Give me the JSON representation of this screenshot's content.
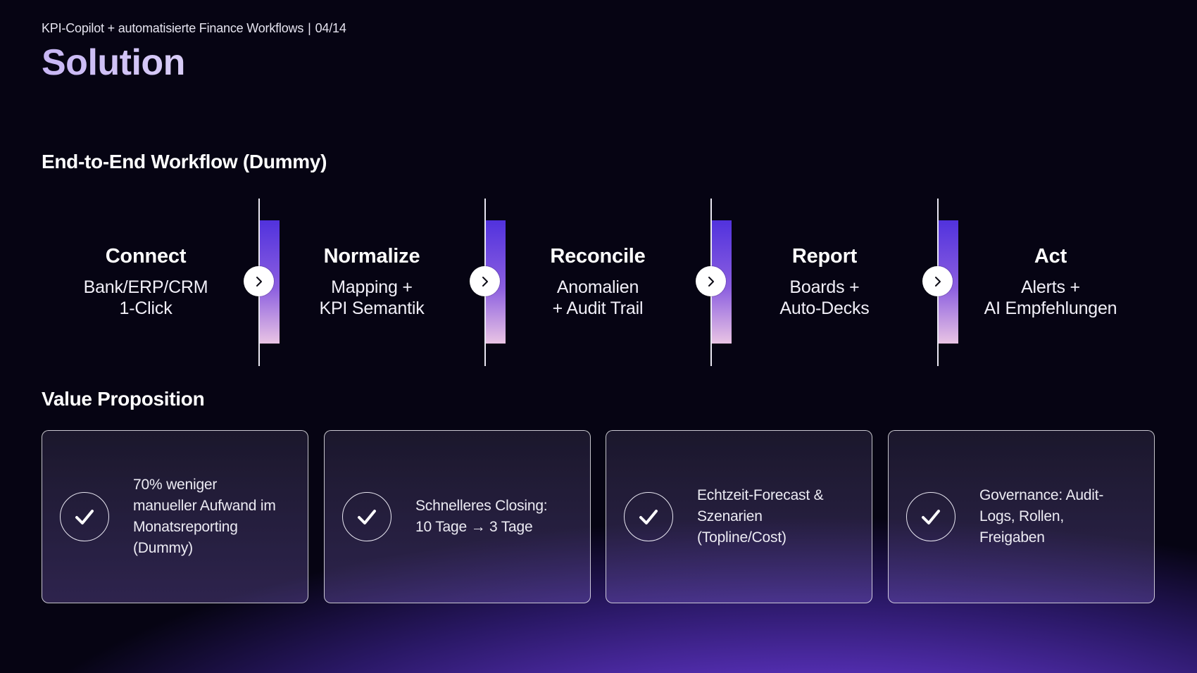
{
  "header": {
    "breadcrumb": "KPI-Copilot + automatisierte Finance Workflows",
    "separator": "|",
    "page_number": "04/14",
    "title": "Solution"
  },
  "workflow": {
    "title": "End-to-End Workflow (Dummy)",
    "steps": [
      {
        "title": "Connect",
        "desc": "Bank/ERP/CRM\n1-Click"
      },
      {
        "title": "Normalize",
        "desc": "Mapping +\nKPI Semantik"
      },
      {
        "title": "Reconcile",
        "desc": "Anomalien\n+ Audit Trail"
      },
      {
        "title": "Report",
        "desc": "Boards +\nAuto-Decks"
      },
      {
        "title": "Act",
        "desc": "Alerts +\nAI Empfehlungen"
      }
    ],
    "arrow_icon": "chevron-right-icon",
    "accent_gradient": [
      "#5132dd",
      "#8c5fe0",
      "#e9c4e4"
    ]
  },
  "value_proposition": {
    "title": "Value Proposition",
    "check_icon": "checkmark-icon",
    "cards": [
      {
        "text": "70% weniger\nmanueller Aufwand im\nMonatsreporting\n(Dummy)"
      },
      {
        "text": "Schnelleres Closing:\n10 Tage → 3 Tage"
      },
      {
        "text": "Echtzeit-Forecast &\nSzenarien\n(Topline/Cost)"
      },
      {
        "text": "Governance: Audit-\nLogs, Rollen,\nFreigaben"
      }
    ]
  },
  "colors": {
    "background": "#060413",
    "glow": "#7b46e8",
    "title_gradient": [
      "#c7b6f4",
      "#ece6fb"
    ]
  }
}
